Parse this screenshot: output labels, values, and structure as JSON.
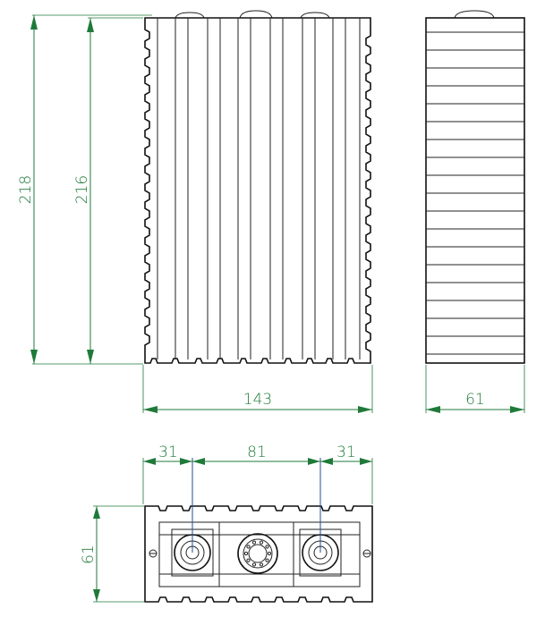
{
  "dimensions": {
    "height_outer": "218",
    "height_body": "216",
    "width_front": "143",
    "depth_side": "61",
    "terminal_offset_left": "31",
    "terminal_spacing": "81",
    "terminal_offset_right": "31",
    "depth_top": "61"
  },
  "colors": {
    "dimension": "#1f7a3a",
    "leader": "#1f4f8f",
    "outline": "#111111"
  }
}
